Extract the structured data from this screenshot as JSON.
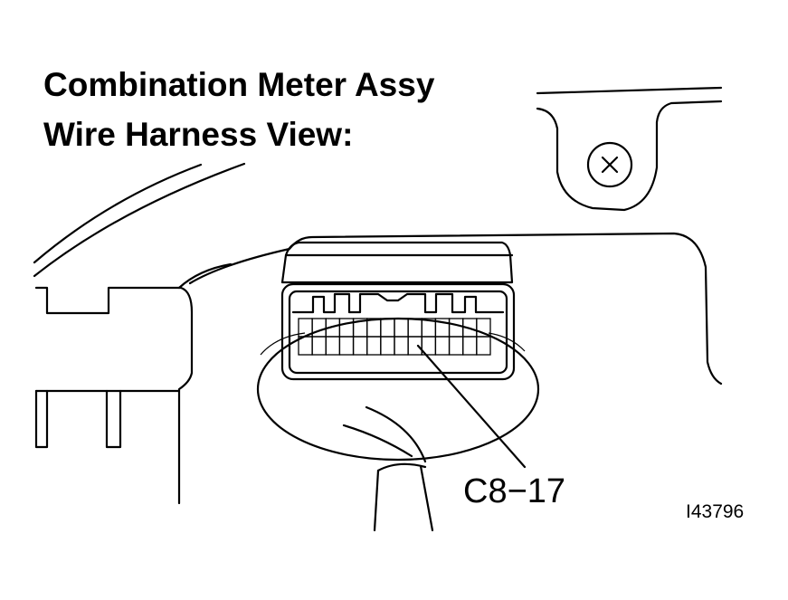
{
  "title": {
    "line1": "Combination Meter Assy",
    "line2": "Wire Harness View:"
  },
  "connector": {
    "callout_label": "C8−17",
    "pin_rows": 2,
    "pin_columns": 14,
    "highlighted_pin": "C8-17"
  },
  "figure_id": "I43796",
  "icons": [
    "screw-icon"
  ]
}
